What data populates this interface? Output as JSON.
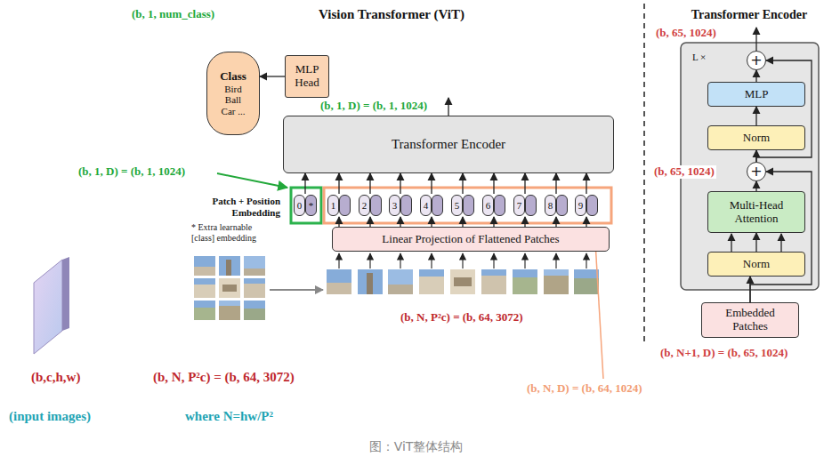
{
  "diagram": {
    "title": "Vision Transformer (ViT)",
    "caption": "图：ViT整体结构",
    "nodes": [
      {
        "text": [
          "Class",
          "Bird Ball Car ..."
        ]
      },
      {
        "text": [
          "MLP Head"
        ]
      },
      {
        "text": [
          "Transformer Encoder"
        ]
      },
      {
        "text": [
          "0",
          "*"
        ]
      },
      {
        "text": [
          "1"
        ]
      },
      {
        "text": [
          "2"
        ]
      },
      {
        "text": [
          "3"
        ]
      },
      {
        "text": [
          "4"
        ]
      },
      {
        "text": [
          "5"
        ]
      },
      {
        "text": [
          "6"
        ]
      },
      {
        "text": [
          "7"
        ]
      },
      {
        "text": [
          "8"
        ]
      },
      {
        "text": [
          "9"
        ]
      },
      {
        "text": [
          "Linear Projection of Flattened Patches"
        ]
      },
      {
        "text": [
          "Transformer Encoder",
          "L ×"
        ]
      },
      {
        "text": [
          "+"
        ],
        "in": 14
      },
      {
        "text": [
          "MLP"
        ],
        "in": 14
      },
      {
        "text": [
          "Norm"
        ],
        "in": 14
      },
      {
        "text": [
          "+"
        ],
        "in": 14
      },
      {
        "text": [
          "Multi-Head Attention"
        ],
        "in": 14
      },
      {
        "text": [
          "Norm"
        ],
        "in": 14
      },
      {
        "text": [
          "Embedded Patches"
        ]
      }
    ],
    "edges": [
      {
        "from": 1,
        "to": 0,
        "arrow": "to"
      },
      {
        "from": 2,
        "to": 1,
        "arrow": "to"
      },
      {
        "from": 3,
        "to": 2,
        "arrow": "to"
      },
      {
        "from": 4,
        "to": 2,
        "arrow": "to"
      },
      {
        "from": 5,
        "to": 2,
        "arrow": "to"
      },
      {
        "from": 6,
        "to": 2,
        "arrow": "to"
      },
      {
        "from": 7,
        "to": 2,
        "arrow": "to"
      },
      {
        "from": 8,
        "to": 2,
        "arrow": "to"
      },
      {
        "from": 9,
        "to": 2,
        "arrow": "to"
      },
      {
        "from": 10,
        "to": 2,
        "arrow": "to"
      },
      {
        "from": 11,
        "to": 2,
        "arrow": "to"
      },
      {
        "from": 12,
        "to": 2,
        "arrow": "to"
      },
      {
        "from": 13,
        "to": 4,
        "arrow": "to"
      },
      {
        "from": 13,
        "to": 5,
        "arrow": "to"
      },
      {
        "from": 13,
        "to": 6,
        "arrow": "to"
      },
      {
        "from": 13,
        "to": 7,
        "arrow": "to"
      },
      {
        "from": 13,
        "to": 8,
        "arrow": "to"
      },
      {
        "from": 13,
        "to": 9,
        "arrow": "to"
      },
      {
        "from": 13,
        "to": 10,
        "arrow": "to"
      },
      {
        "from": 13,
        "to": 11,
        "arrow": "to"
      },
      {
        "from": 13,
        "to": 12,
        "arrow": "to"
      },
      {
        "from": 21,
        "to": 20,
        "arrow": "to"
      },
      {
        "from": 20,
        "to": 19,
        "arrow": "to"
      },
      {
        "from": 19,
        "to": 18,
        "arrow": "to"
      },
      {
        "from": 21,
        "to": 18,
        "arrow": "to"
      },
      {
        "from": 18,
        "to": 17,
        "arrow": "to"
      },
      {
        "from": 17,
        "to": 16,
        "arrow": "to"
      },
      {
        "from": 16,
        "to": 15,
        "arrow": "to"
      },
      {
        "from": 18,
        "to": 15,
        "arrow": "to"
      }
    ],
    "labels": [
      "(b, 1, num_class)",
      "(b, 1, D) = (b, 1, 1024)",
      "(b, 1, D) = (b, 1, 1024)",
      "Patch + Position Embedding",
      "* Extra learnable [class] embedding",
      "(b, N, P²c) = (b, 64, 3072)",
      "(b, 65, 1024)",
      "(b, 65, 1024)",
      "(b, N+1, D) = (b, 65, 1024)",
      "(b,c,h,w)",
      "(b, N, P²c) = (b, 64, 3072)",
      "(b, N, D) = (b, 64, 1024)",
      "(input images)",
      "where N=hw/P²"
    ]
  }
}
